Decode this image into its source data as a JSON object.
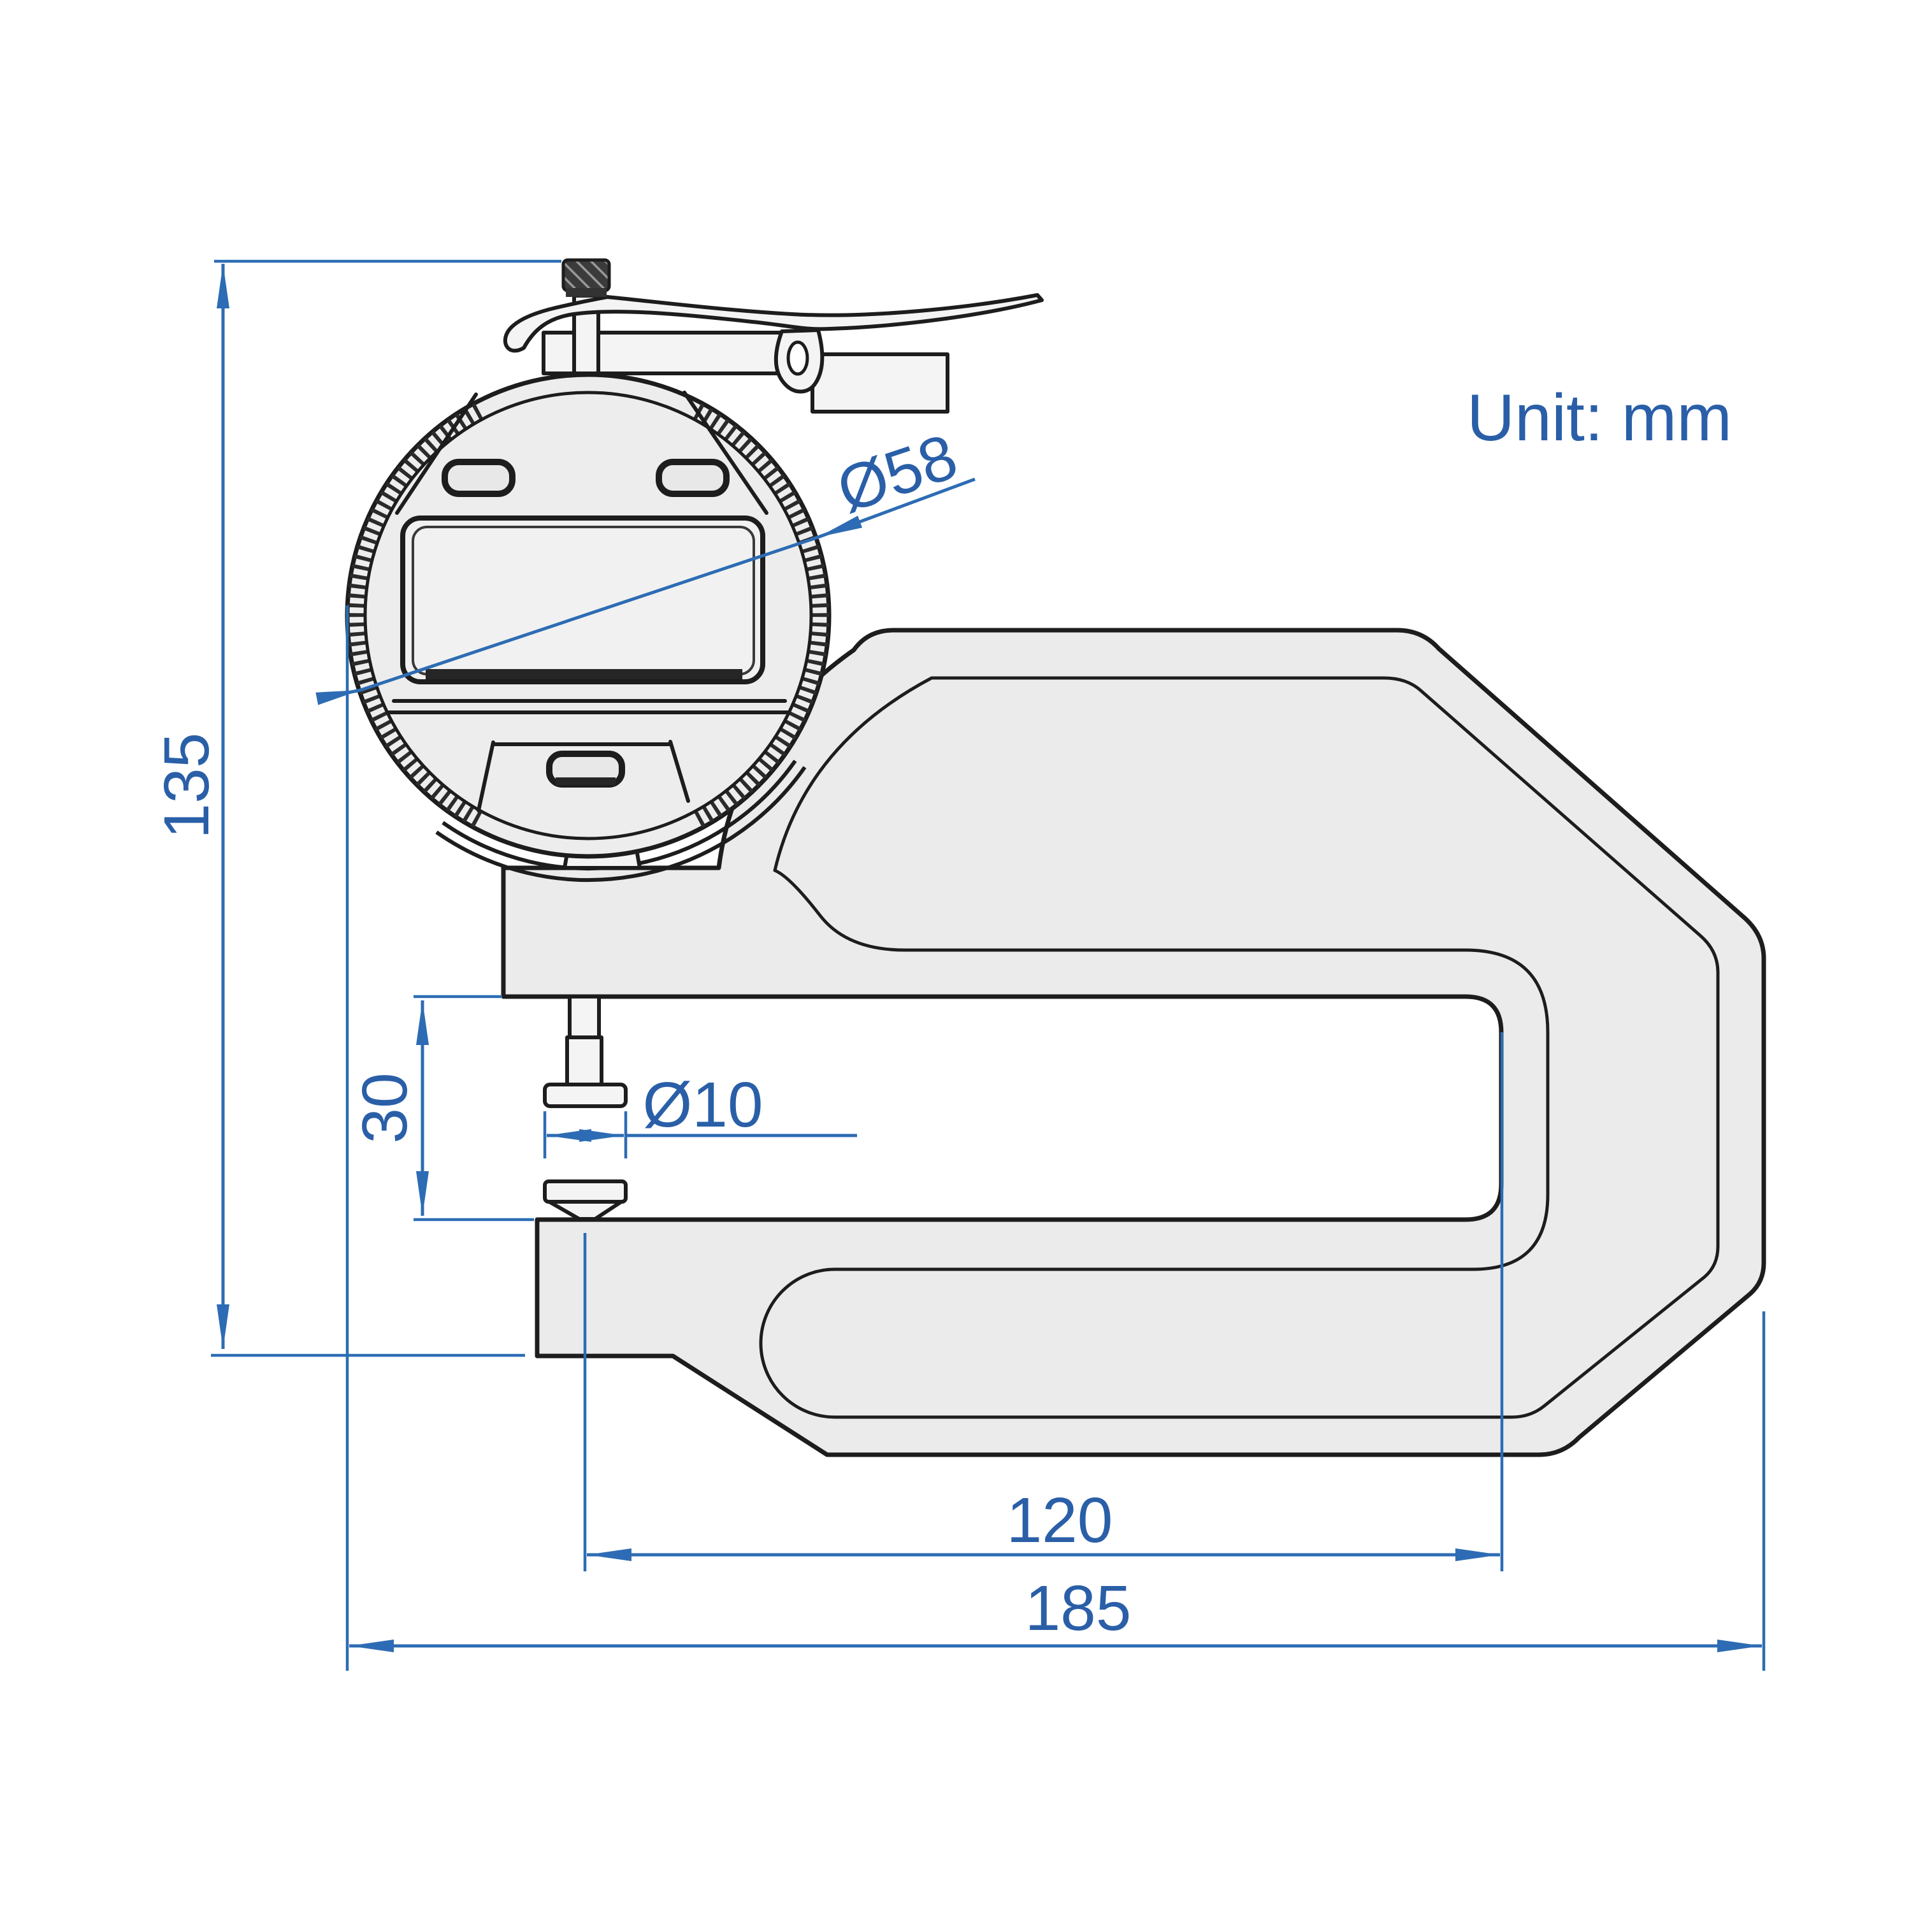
{
  "drawing": {
    "unit_note": "Unit: mm",
    "dimensions": {
      "overall_height": "135",
      "dial_diameter": "Ø58",
      "throat_opening": "30",
      "anvil_diameter": "Ø10",
      "throat_depth": "120",
      "overall_width": "185"
    },
    "colors": {
      "dimension_line": "#2d6cb4",
      "dimension_text": "#2a5fa8",
      "outline": "#1d1d1d",
      "body_fill": "#ebebeb",
      "screen_fill": "#f1f1f1",
      "background": "#ffffff"
    }
  }
}
